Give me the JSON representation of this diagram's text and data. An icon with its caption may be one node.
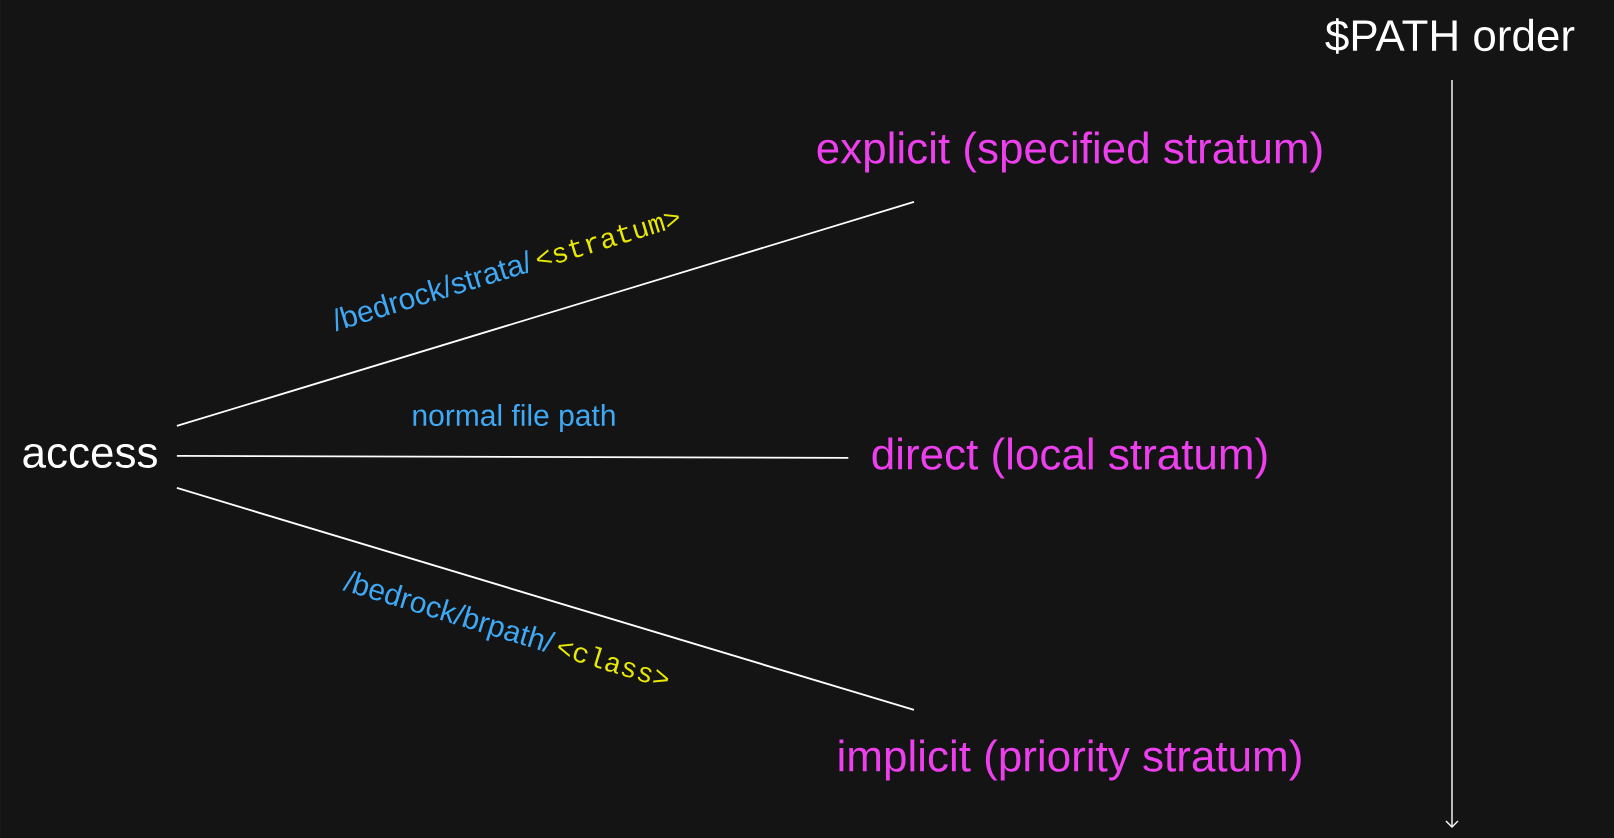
{
  "diagram": {
    "nodes": [
      {
        "text": [
          "access"
        ]
      },
      {
        "text": [
          "explicit (specified stratum)"
        ]
      },
      {
        "text": [
          "direct (local stratum)"
        ]
      },
      {
        "text": [
          "implicit (priority stratum)"
        ]
      }
    ],
    "edges": [
      {
        "from": 0,
        "to": 1,
        "arrow": "none",
        "label": "/bedrock/strata/"
      },
      {
        "from": 0,
        "to": 2,
        "arrow": "none",
        "label": "normal file path"
      },
      {
        "from": 0,
        "to": 3,
        "arrow": "none",
        "label": "/bedrock/brpath/"
      }
    ],
    "labels": [
      "$PATH order",
      "<stratum>",
      "<class>"
    ]
  }
}
